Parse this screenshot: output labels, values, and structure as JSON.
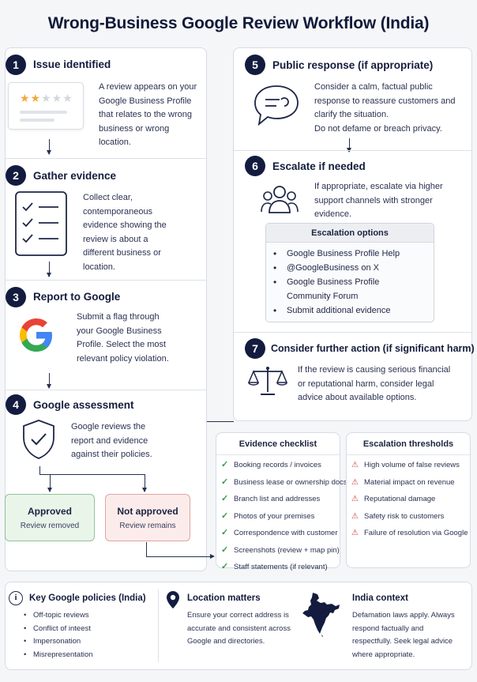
{
  "title": "Wrong-Business Google Review Workflow (India)",
  "steps": [
    {
      "num": "1",
      "title": "Issue identified",
      "body": "A review appears on your Google Business Profile that relates to the wrong business or wrong location."
    },
    {
      "num": "2",
      "title": "Gather evidence",
      "body": "Collect clear, contemporaneous evidence showing the review is about a different business or location."
    },
    {
      "num": "3",
      "title": "Report to Google",
      "body": "Submit a flag through your Google Business Profile. Select the most relevant policy violation."
    },
    {
      "num": "4",
      "title": "Google assessment",
      "body": "Google reviews the report and evidence against their policies."
    },
    {
      "num": "5",
      "title": "Public response (if appropriate)",
      "body": "Consider a calm, factual public response to reassure customers and clarify the situation.",
      "body2": "Do not defame or breach privacy."
    },
    {
      "num": "6",
      "title": "Escalate if needed",
      "body": "If appropriate, escalate via higher support channels with stronger evidence."
    },
    {
      "num": "7",
      "title": "Consider further action (if significant harm)",
      "body": "If the review is causing serious financial or reputational harm, consider legal advice about available options."
    }
  ],
  "outcomes": {
    "approved": {
      "title": "Approved",
      "sub": "Review removed"
    },
    "not_approved": {
      "title": "Not approved",
      "sub": "Review remains"
    }
  },
  "escalation": {
    "heading": "Escalation options",
    "items": [
      "Google Business Profile Help",
      "@GoogleBusiness on X",
      "Google Business Profile Community Forum",
      "Submit additional evidence"
    ]
  },
  "evidence_checklist": {
    "heading": "Evidence checklist",
    "items": [
      "Booking records / invoices",
      "Business lease or ownership docs",
      "Branch list and addresses",
      "Photos of your premises",
      "Correspondence with customer",
      "Screenshots (review + map pin)",
      "Staff statements (if relevant)"
    ]
  },
  "thresholds": {
    "heading": "Escalation thresholds",
    "items": [
      "High volume of false reviews",
      "Material impact on revenue",
      "Reputational damage",
      "Safety risk to customers",
      "Failure of resolution via Google"
    ]
  },
  "bottom": {
    "policies": {
      "title": "Key Google policies (India)",
      "items": [
        "Off-topic reviews",
        "Conflict of inteest",
        "Impersonation",
        "Misrepresentation"
      ]
    },
    "location": {
      "title": "Location matters",
      "body": "Ensure your correct address is accurate and consistent across Google and directories."
    },
    "india": {
      "title": "India context",
      "body": "Defamation laws apply. Always respond factually and respectfully. Seek legal advice where appropriate."
    }
  },
  "review_rating": {
    "stars_filled": 2,
    "stars_total": 5
  },
  "colors": {
    "navy": "#131c3f",
    "star": "#f2a93b",
    "approved_bg": "#eaf5ea",
    "not_approved_bg": "#fbeceb",
    "check_green": "#3c9a4c",
    "warn_red": "#c9443c"
  }
}
